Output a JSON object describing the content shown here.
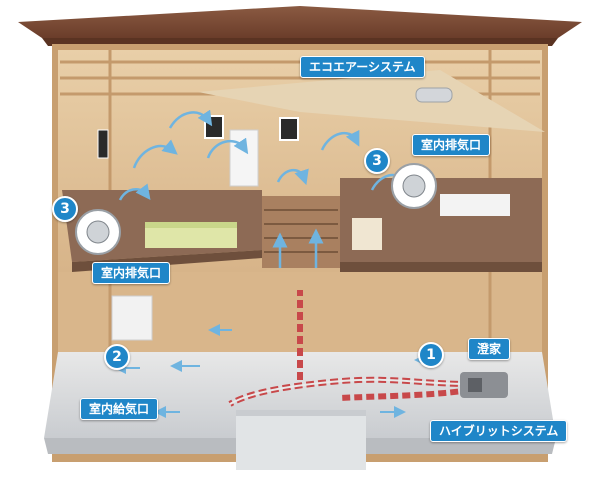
{
  "labels": {
    "eco_air_system": "エコエアーシステム",
    "exhaust_vent_right": "室内排気口",
    "exhaust_vent_left": "室内排気口",
    "supply_vent": "室内給気口",
    "purifier": "澄家",
    "hybrid_system": "ハイブリットシステム"
  },
  "badges": {
    "exhaust_right": "3",
    "exhaust_left": "3",
    "supply": "2",
    "purifier": "1"
  },
  "colors": {
    "roof": "#7a4a34",
    "wood_wall": "#e2c39a",
    "wood_dark": "#b98e60",
    "floor": "#9a7a60",
    "label_blue": "#1f86c8",
    "airflow": "#6fb4e0",
    "duct_red": "#c8484a"
  }
}
